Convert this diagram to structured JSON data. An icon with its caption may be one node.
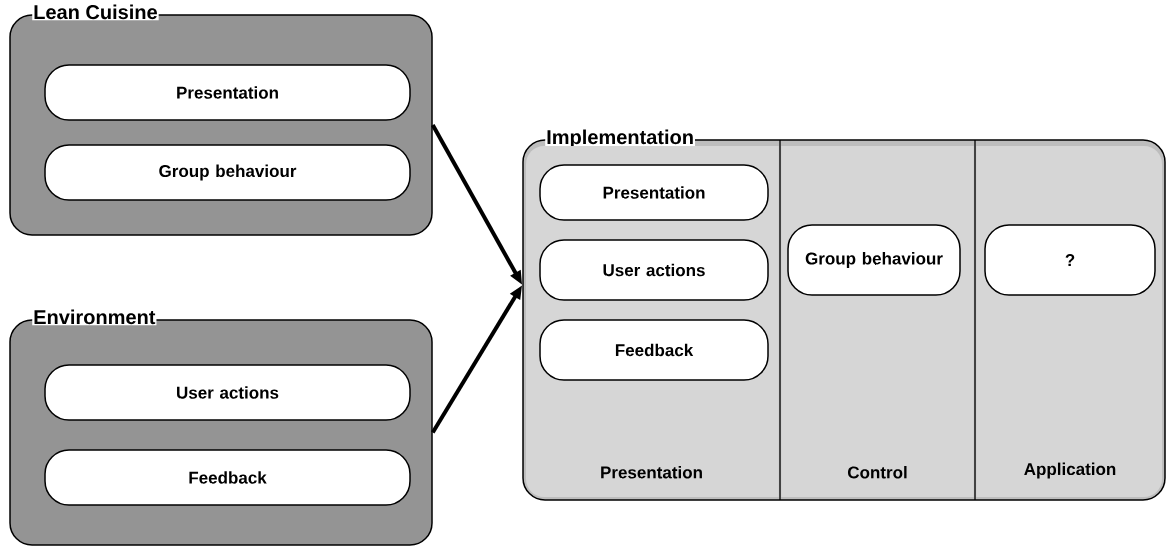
{
  "diagram": {
    "nodes": [
      {
        "text": [
          "Lean Cuisine"
        ]
      },
      {
        "text": [
          "Presentation"
        ],
        "in": 0
      },
      {
        "text": [
          "Group behaviour"
        ],
        "in": 0
      },
      {
        "text": [
          "Environment"
        ]
      },
      {
        "text": [
          "User actions"
        ],
        "in": 3
      },
      {
        "text": [
          "Feedback"
        ],
        "in": 3
      },
      {
        "text": [
          "Implementation"
        ]
      },
      {
        "text": [
          "Presentation"
        ],
        "in": 6
      },
      {
        "text": [
          "Presentation"
        ],
        "in": 7
      },
      {
        "text": [
          "User actions"
        ],
        "in": 7
      },
      {
        "text": [
          "Feedback"
        ],
        "in": 7
      },
      {
        "text": [
          "Control"
        ],
        "in": 6
      },
      {
        "text": [
          "Group behaviour"
        ],
        "in": 11
      },
      {
        "text": [
          "Application"
        ],
        "in": 6
      },
      {
        "text": [
          "?"
        ],
        "in": 13
      }
    ],
    "edges": [
      {
        "from": 0,
        "to": 6,
        "arrow": "to"
      },
      {
        "from": 3,
        "to": 6,
        "arrow": "to"
      }
    ]
  }
}
